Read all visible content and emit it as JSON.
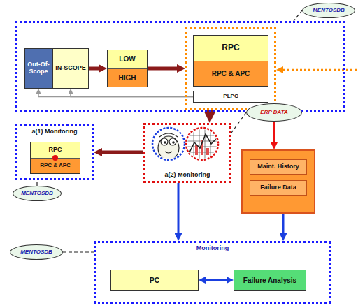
{
  "diagram": {
    "nodes": [
      {
        "text": []
      },
      {
        "text": [
          "Out-Of-Scope"
        ],
        "in": 0
      },
      {
        "text": [
          "IN-SCOPE"
        ],
        "in": 0
      },
      {
        "text": [
          "LOW",
          "HIGH"
        ],
        "in": 0
      },
      {
        "text": [],
        "in": 0
      },
      {
        "text": [
          "RPC",
          "RPC & APC"
        ],
        "in": 4
      },
      {
        "text": [
          "PLPC"
        ],
        "in": 4
      },
      {
        "text": [
          "MENTOSDB"
        ]
      },
      {
        "text": [
          "a(1) Monitoring"
        ]
      },
      {
        "text": [
          "RPC",
          "RPC & APC"
        ],
        "in": 8
      },
      {
        "text": [
          "a(2) Monitoring"
        ]
      },
      {
        "text": [
          "ERP DATA"
        ]
      },
      {
        "text": [
          "Maint. History",
          "Failure Data"
        ]
      },
      {
        "text": [
          "MENTOSDB"
        ]
      },
      {
        "text": [
          "Monitoring"
        ]
      },
      {
        "text": [
          "PC"
        ],
        "in": 14
      },
      {
        "text": [
          "Failure Analysis"
        ],
        "in": 14
      },
      {
        "text": [
          "MENTOSDB"
        ]
      }
    ],
    "edges": [
      {
        "from": 2,
        "to": 3,
        "arrow": "to"
      },
      {
        "from": 3,
        "to": 4,
        "arrow": "to"
      },
      {
        "from": 6,
        "to": 1,
        "arrow": "to"
      },
      {
        "from": 6,
        "to": 2,
        "arrow": "to"
      },
      {
        "from": 4,
        "to": 10,
        "arrow": "to"
      },
      {
        "from": 10,
        "to": 8,
        "arrow": "to"
      },
      {
        "from": 11,
        "to": 12,
        "arrow": "to"
      },
      {
        "from": 10,
        "to": 14,
        "arrow": "to"
      },
      {
        "from": 12,
        "to": 14,
        "arrow": "to"
      },
      {
        "from": 15,
        "to": 16,
        "arrow": "both"
      },
      {
        "from": 7,
        "to": 0,
        "arrow": "none"
      },
      {
        "from": 11,
        "to": 10,
        "arrow": "none"
      },
      {
        "from": 13,
        "to": 8,
        "arrow": "none"
      },
      {
        "from": 17,
        "to": 14,
        "arrow": "none"
      }
    ]
  }
}
